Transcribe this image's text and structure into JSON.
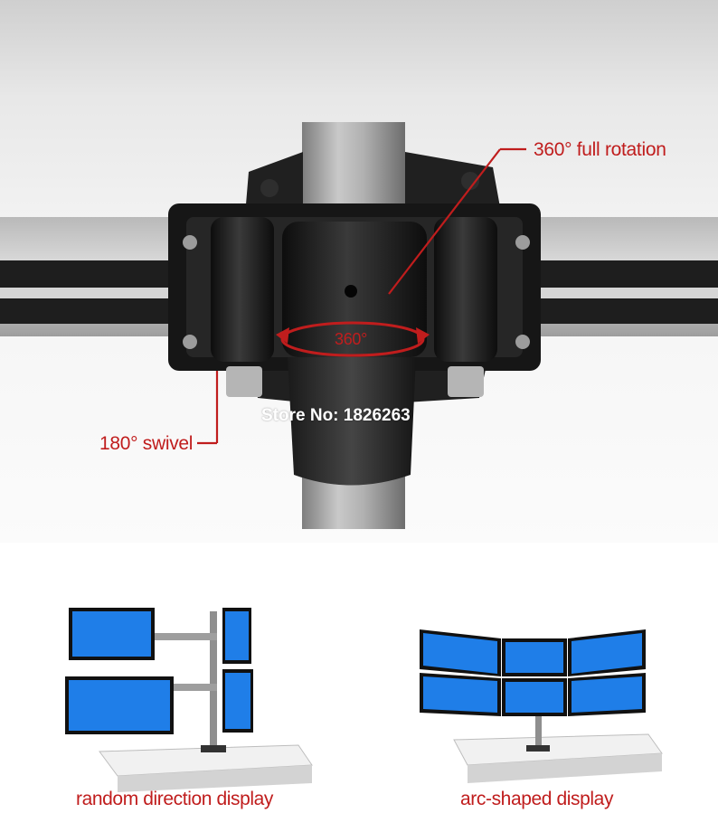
{
  "annotations": {
    "full_rotation": "360° full rotation",
    "rotation_arc": "360°",
    "swivel": "180° swivel"
  },
  "watermark": {
    "store": "Store No: 1826263"
  },
  "configurations": [
    {
      "caption": "random direction display"
    },
    {
      "caption": "arc-shaped display"
    }
  ],
  "colors": {
    "accent_red": "#c01d1d",
    "screen_blue": "#1f7ee8",
    "mount_black": "#151515",
    "pole_gray": "#9a9a9a"
  }
}
